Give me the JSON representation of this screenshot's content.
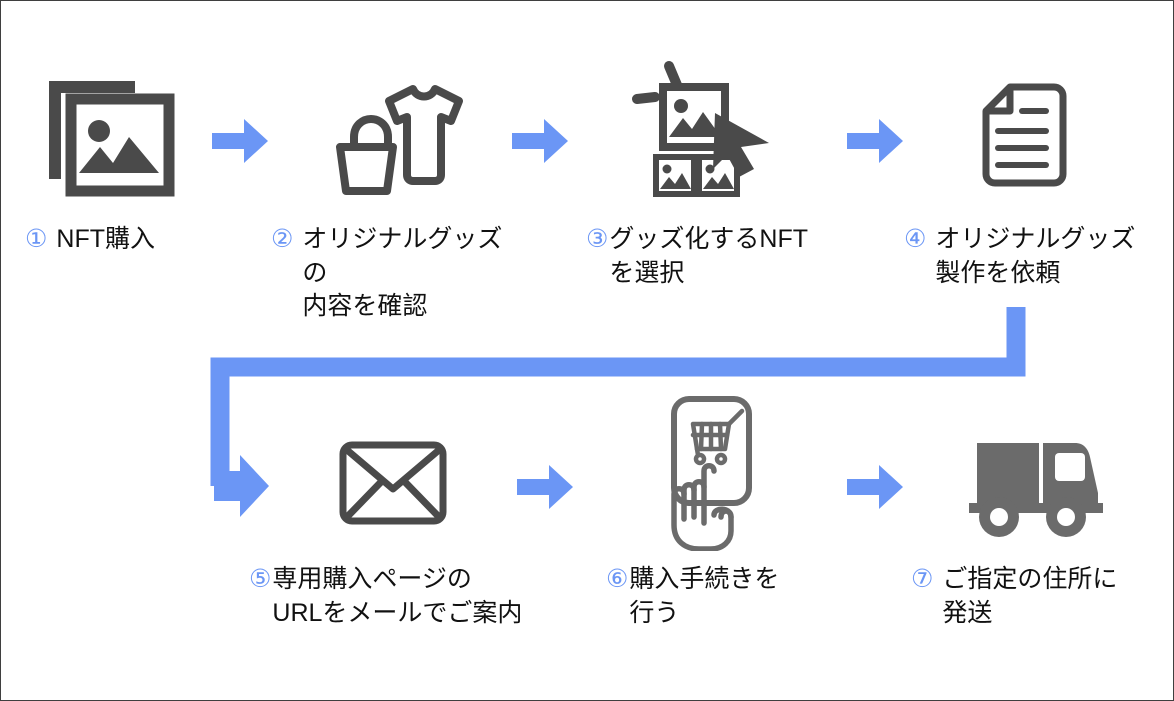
{
  "diagram": {
    "title": "NFT original goods purchase flow",
    "colors": {
      "accent_blue": "#6b96f5",
      "icon_gray": "#4a4a4a",
      "text_black": "#111111",
      "background": "#ffffff",
      "border": "#3f3f3f"
    },
    "steps": [
      {
        "number": "①",
        "label": "NFT購入",
        "icon": "image-stack-icon",
        "row": 1
      },
      {
        "number": "②",
        "label": "オリジナルグッズの\n内容を確認",
        "icon": "tshirt-and-bag-icon",
        "row": 1
      },
      {
        "number": "③",
        "label": "グッズ化するNFT\nを選択",
        "icon": "select-nft-cursor-icon",
        "row": 1
      },
      {
        "number": "④",
        "label": "オリジナルグッズ\n製作を依頼",
        "icon": "document-icon",
        "row": 1
      },
      {
        "number": "⑤",
        "label": "専用購入ページの\nURLをメールでご案内",
        "icon": "envelope-icon",
        "row": 2
      },
      {
        "number": "⑥",
        "label": "購入手続きを\n行う",
        "icon": "smartphone-tap-cart-icon",
        "row": 2
      },
      {
        "number": "⑦",
        "label": "ご指定の住所に\n発送",
        "icon": "delivery-truck-icon",
        "row": 2
      }
    ],
    "arrows": [
      {
        "name": "arrow-step1-to-step2",
        "direction": "right"
      },
      {
        "name": "arrow-step2-to-step3",
        "direction": "right"
      },
      {
        "name": "arrow-step3-to-step4",
        "direction": "right"
      },
      {
        "name": "arrow-step5-to-step6",
        "direction": "right"
      },
      {
        "name": "arrow-step6-to-step7",
        "direction": "right"
      }
    ],
    "connector": {
      "name": "connector-step4-to-step5",
      "description": "elbow path from step 4 down, left across the canvas, then down into a right-pointing arrow before step 5"
    }
  }
}
